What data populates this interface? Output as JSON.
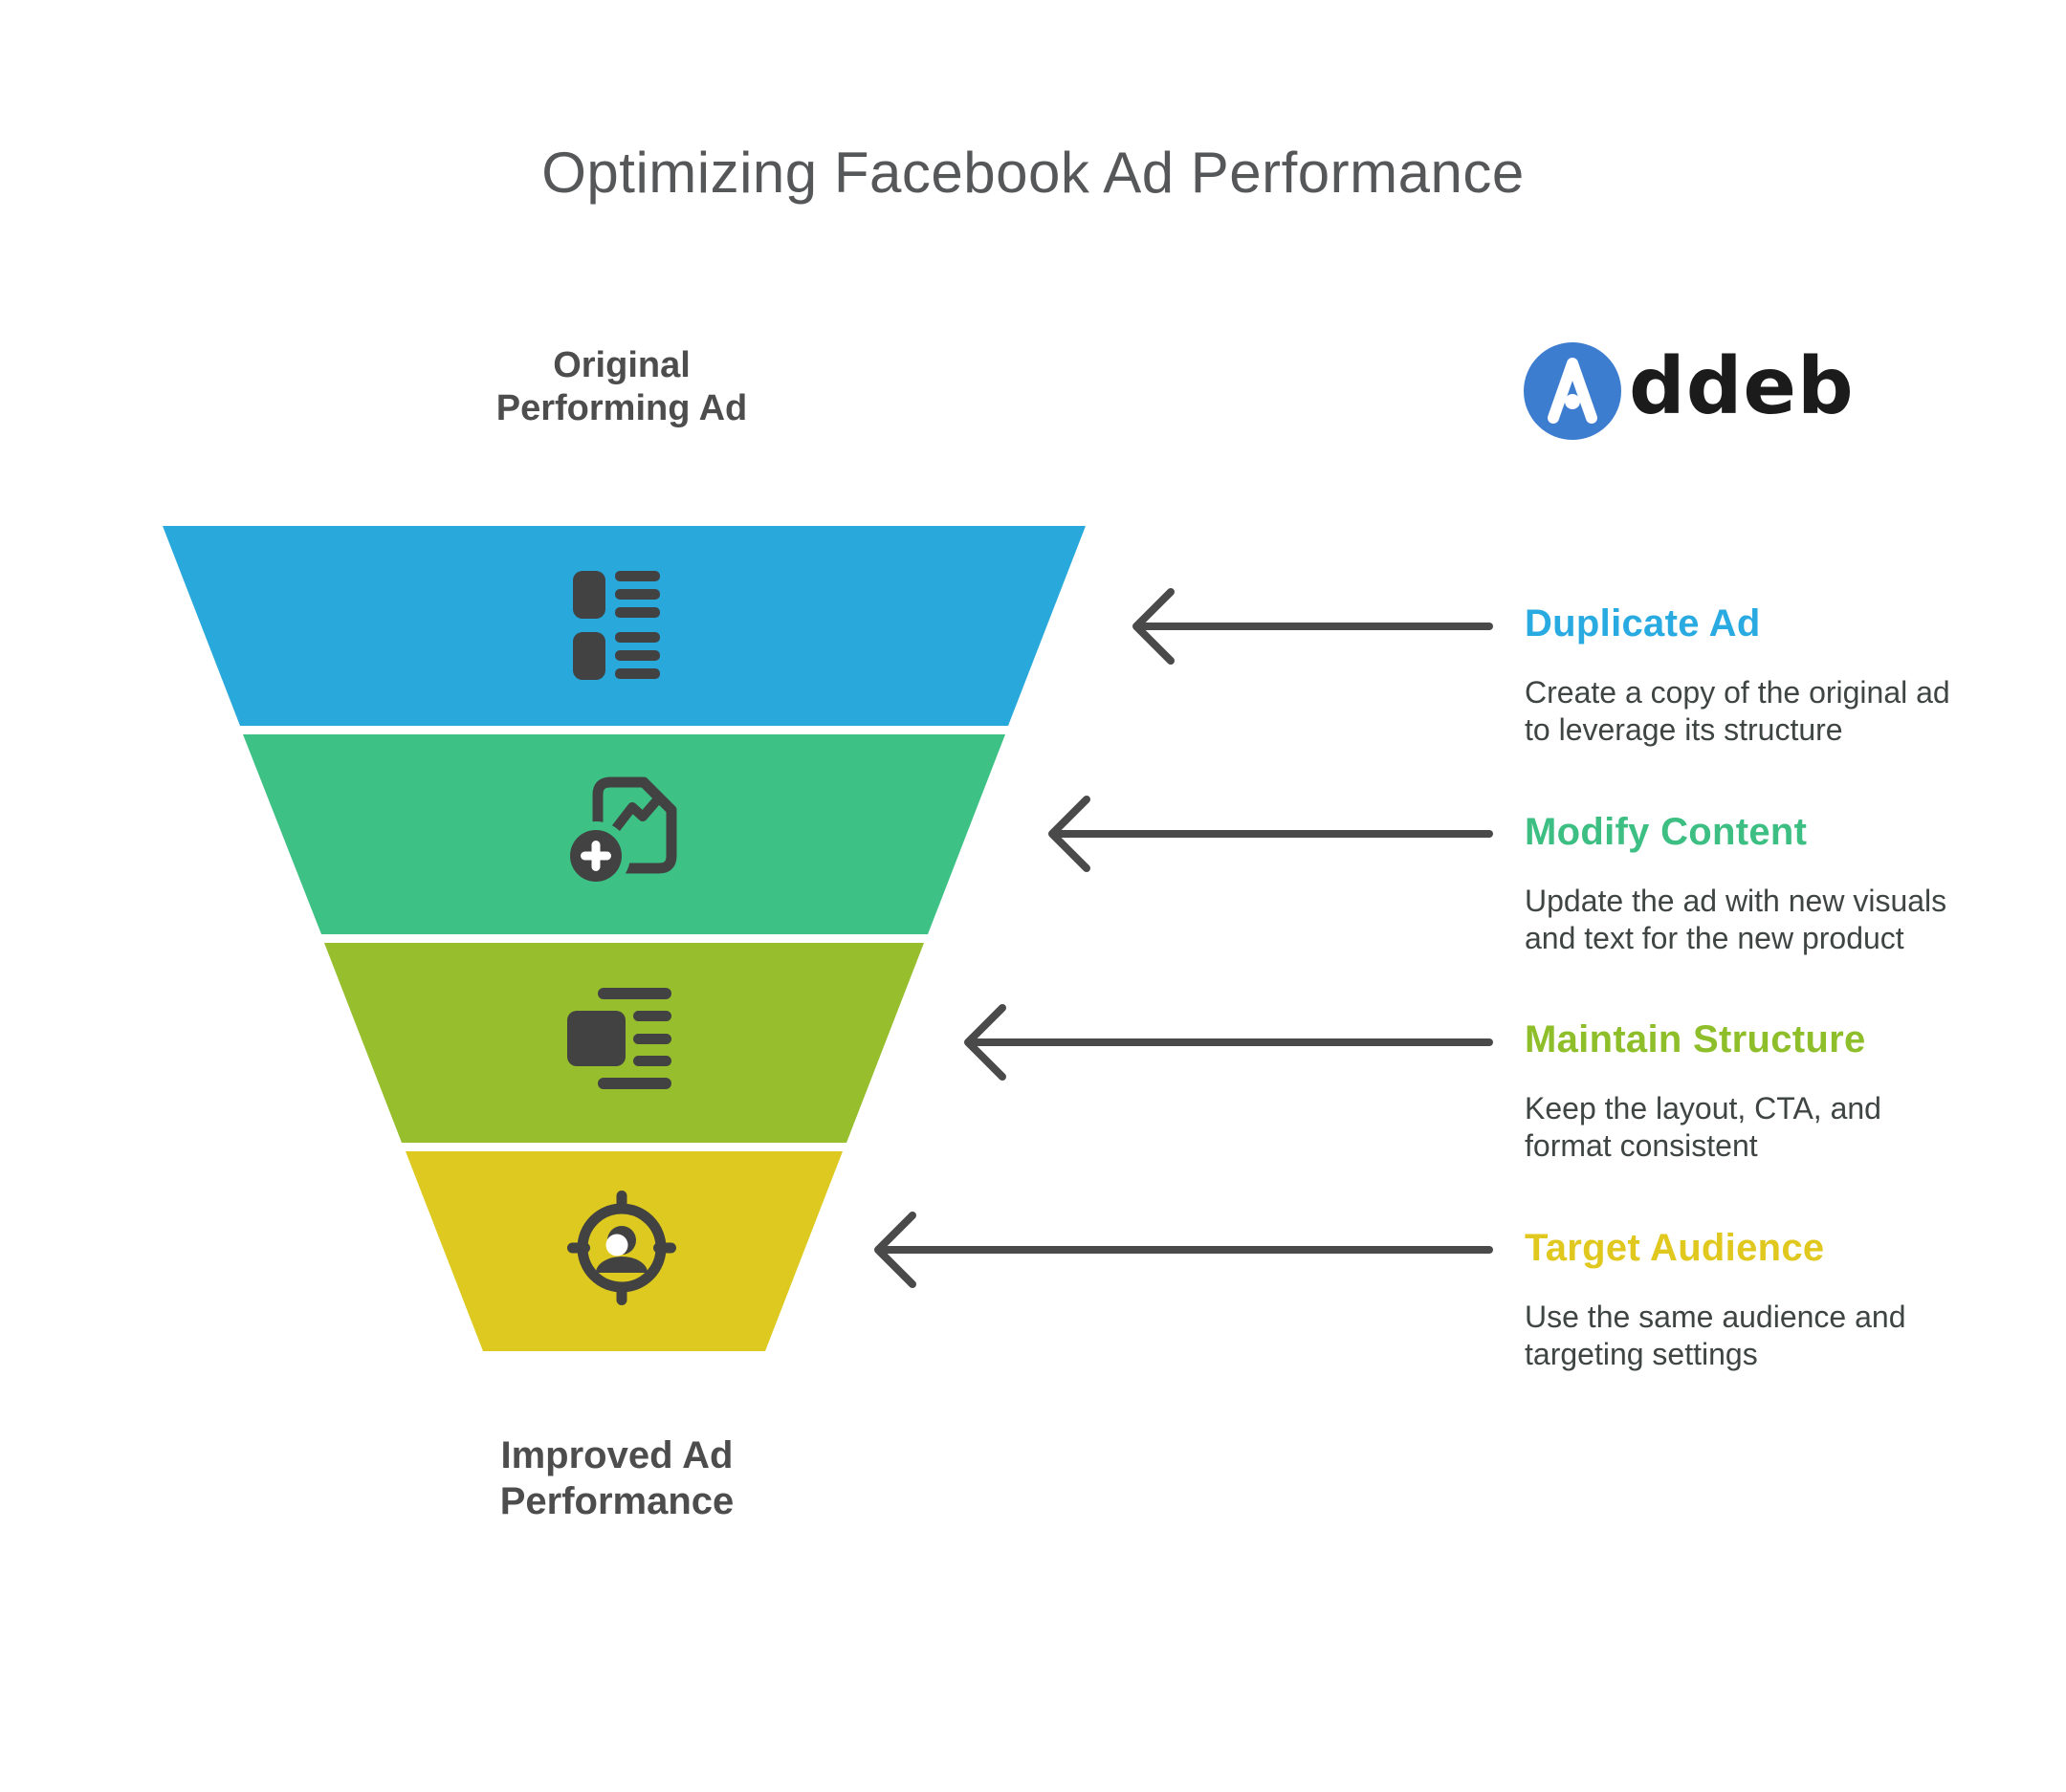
{
  "title": "Optimizing Facebook Ad Performance",
  "logo": {
    "mark": "A",
    "wordmark": "ddeb",
    "mark_bg_color": "#3c7dd0",
    "mark_glyph_color": "#ffffff",
    "wordmark_color": "#1b1b1b"
  },
  "funnel": {
    "input_label_line1": "Original",
    "input_label_line2": "Performing Ad",
    "output_label_line1": "Improved Ad",
    "output_label_line2": "Performance",
    "arrow_color": "#4a4a4a",
    "icon_color": "#424242",
    "stages": [
      {
        "name": "Duplicate Ad",
        "band_color": "#29a8db",
        "title_color": "#29abe2",
        "icon": "duplicate-list-icon",
        "description_line1": "Create a copy of the original ad",
        "description_line2": "to leverage its structure"
      },
      {
        "name": "Modify Content",
        "band_color": "#3ec184",
        "title_color": "#3dbe82",
        "icon": "add-chart-icon",
        "description_line1": "Update the ad with new visuals",
        "description_line2": "and text for the new product"
      },
      {
        "name": "Maintain Structure",
        "band_color": "#96be2d",
        "title_color": "#8fbe2b",
        "icon": "layout-structure-icon",
        "description_line1": "Keep the layout, CTA, and",
        "description_line2": "format consistent"
      },
      {
        "name": "Target Audience",
        "band_color": "#ddc91f",
        "title_color": "#e0c81e",
        "icon": "target-audience-icon",
        "description_line1": "Use the same audience and",
        "description_line2": "targeting settings"
      }
    ]
  }
}
